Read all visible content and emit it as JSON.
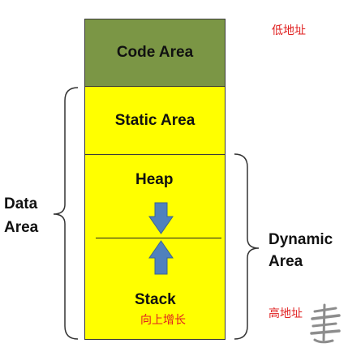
{
  "blocks": {
    "code_area": "Code Area",
    "static_area": "Static Area",
    "heap": "Heap",
    "stack": "Stack"
  },
  "labels": {
    "data_area_line1": "Data",
    "data_area_line2": "Area",
    "dynamic_area_line1": "Dynamic",
    "dynamic_area_line2": "Area"
  },
  "annotations": {
    "low_address": "低地址",
    "high_address": "高地址",
    "grows_upward": "向上增长"
  },
  "icons": {
    "heap_arrow": "arrow-down-icon",
    "stack_arrow": "arrow-up-icon",
    "watermark": "calligraphy-watermark"
  },
  "colors": {
    "code_area": "#7b9645",
    "static_and_dynamic": "#ffff00",
    "annotation": "#e02020",
    "arrow": "#4f81bd"
  }
}
